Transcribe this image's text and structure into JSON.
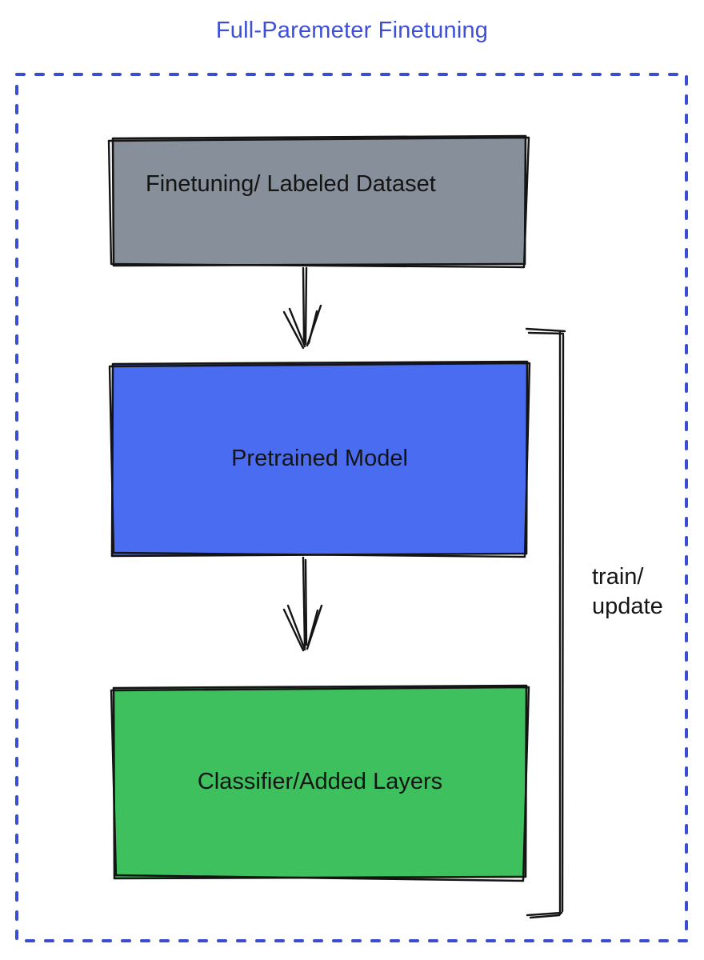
{
  "title": "Full-Paremeter Finetuning",
  "nodes": [
    {
      "label": "Finetuning/ Labeled Dataset",
      "fill": "#878f9a"
    },
    {
      "label": "Pretrained Model",
      "fill": "#4a6cf0"
    },
    {
      "label": "Classifier/Added Layers",
      "fill": "#3ec05e"
    }
  ],
  "bracket": {
    "label_line1": "train/",
    "label_line2": "update"
  },
  "colors": {
    "title": "#3d4fd8",
    "boundary": "#3b4ecf",
    "stroke": "#141414",
    "text": "#141414"
  }
}
